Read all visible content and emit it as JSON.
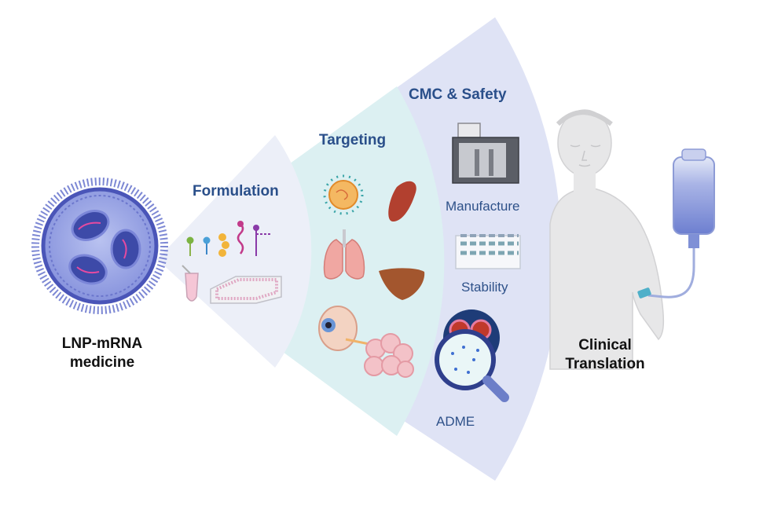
{
  "lnp": {
    "line1": "LNP-mRNA",
    "line2": "medicine"
  },
  "stages": {
    "formulation": "Formulation",
    "targeting": "Targeting",
    "cmc": "CMC & Safety"
  },
  "cmc_items": {
    "manufacture": "Manufacture",
    "stability": "Stability",
    "adme": "ADME"
  },
  "clinical": {
    "line1": "Clinical",
    "line2": "Translation"
  },
  "colors": {
    "formulation_band": "#eef0f9",
    "targeting_band": "#dff0f2",
    "cmc_band": "#dfe3f5",
    "heading_blue": "#2a4f8a",
    "lnp_purple": "#4a55b8"
  }
}
